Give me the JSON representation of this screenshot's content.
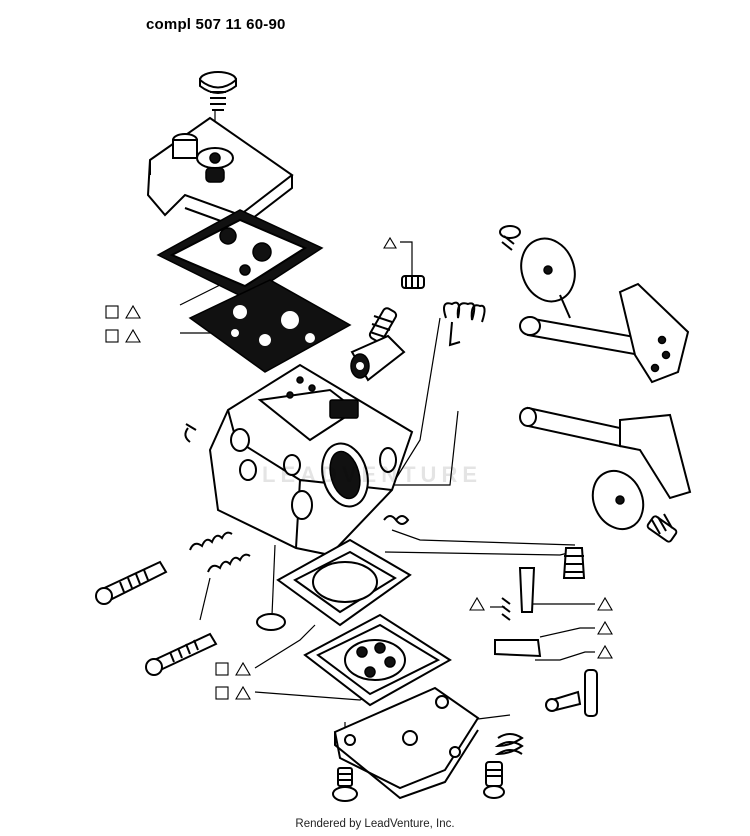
{
  "diagram": {
    "title": "compl 507 11 60-90",
    "footer": "Rendered by LeadVenture, Inc.",
    "watermark": "LEADVENTURE",
    "part_markers": [
      {
        "id": "m1",
        "square": false,
        "triangle": true
      },
      {
        "id": "m2",
        "square": true,
        "triangle": true
      },
      {
        "id": "m3",
        "square": true,
        "triangle": true
      },
      {
        "id": "m4",
        "square": false,
        "triangle": true
      },
      {
        "id": "m5",
        "square": false,
        "triangle": true
      },
      {
        "id": "m6",
        "square": false,
        "triangle": true
      },
      {
        "id": "m7",
        "square": false,
        "triangle": true
      },
      {
        "id": "m8",
        "square": true,
        "triangle": true
      },
      {
        "id": "m9",
        "square": true,
        "triangle": true
      }
    ]
  }
}
